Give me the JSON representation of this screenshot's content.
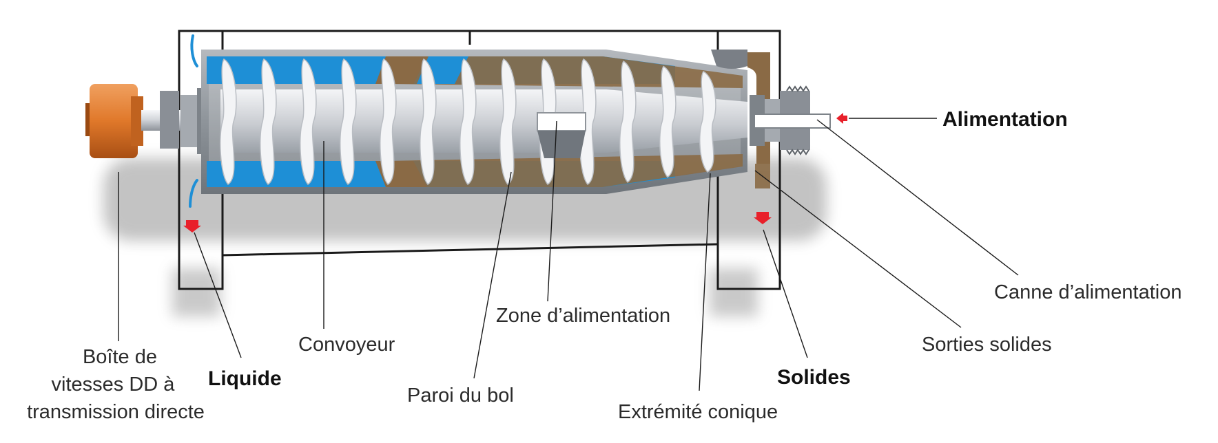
{
  "labels": {
    "alimentation": "Alimentation",
    "canne_alimentation": "Canne d’alimentation",
    "sorties_solides": "Sorties solides",
    "solides": "Solides",
    "extremite_conique": "Extrémité conique",
    "zone_alimentation": "Zone d’alimentation",
    "paroi_du_bol": "Paroi du bol",
    "convoyeur": "Convoyeur",
    "liquide": "Liquide",
    "boite_de_vitesses": [
      "Boîte de",
      "vitesses DD à",
      "transmission directe"
    ]
  },
  "colors": {
    "liquid": "#1e8fd6",
    "solids": "#8a6a45",
    "frame": "#1a1a1a",
    "gearbox": "#e0782a",
    "flow_arrow": "#e8202a",
    "screw": "#e6e8ec"
  }
}
